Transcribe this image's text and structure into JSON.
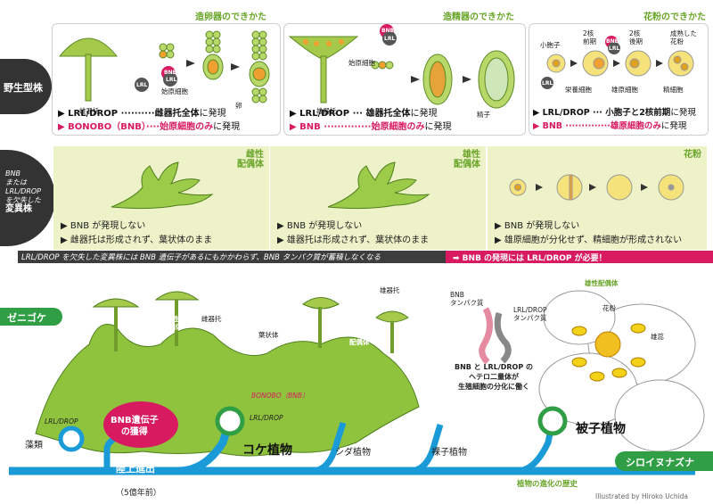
{
  "wild": {
    "label": "野生型株",
    "panels": [
      {
        "title": "造卵器のできかた",
        "labels": {
          "initial_cell": "始原細胞",
          "receptacle": "雌器托",
          "egg": "卵",
          "bnb": "BNB",
          "lrl": "LRL",
          "lrl2": "LRL"
        },
        "line1_a": "▶ LRL/DROP ··········",
        "line1_b": "雌器托全体",
        "line1_c": "に発現",
        "line2_a": "▶ BONOBO（BNB）····",
        "line2_b": "始原細胞のみ",
        "line2_c": "に発現"
      },
      {
        "title": "造精器のできかた",
        "labels": {
          "initial_cell": "始原細胞",
          "receptacle": "雄器托",
          "sperm": "精子",
          "bnb": "BNB",
          "lrl": "LRL"
        },
        "line1_a": "▶ LRL/DROP ··· ",
        "line1_b": "雄器托全体",
        "line1_c": "に発現",
        "line2_a": "▶ BNB ··············",
        "line2_b": "始原細胞のみ",
        "line2_c": "に発現"
      },
      {
        "title": "花粉のできかた",
        "labels": {
          "microspore": "小胞子",
          "binuc_early": "2核\n前期",
          "binuc_late": "2核\n後期",
          "mature": "成熟した\n花粉",
          "vegetative": "栄養細胞",
          "generative": "雄原細胞",
          "sperm_cell": "精細胞",
          "bnb": "BNB",
          "lrl": "LRL",
          "lrl2": "LRL"
        },
        "line1_a": "▶ LRL/DROP ··· ",
        "line1_b": "小胞子と2核前期",
        "line1_c": "に発現",
        "line2_a": "▶ BNB ··············",
        "line2_b": "雄原細胞のみ",
        "line2_c": "に発現"
      }
    ]
  },
  "mutant": {
    "label_lines": [
      "BNB",
      "または",
      "LRL/DROP",
      "を欠失した"
    ],
    "label_main": "変異株",
    "panels": [
      {
        "title": "雌性\n配偶体",
        "b1": "▶ BNB が発現しない",
        "b2": "▶ 雌器托は形成されず、葉状体のまま"
      },
      {
        "title": "雄性\n配偶体",
        "b1": "▶ BNB が発現しない",
        "b2": "▶ 雄器托は形成されず、葉状体のまま"
      },
      {
        "title": "花粉",
        "b1": "▶ BNB が発現しない",
        "b2": "▶ 雄原細胞が分化せず、精細胞が形成されない"
      }
    ]
  },
  "banner": {
    "left": "LRL/DROP を欠失した変異株には BNB 遺伝子があるにもかかわらず、BNB タンパク質が蓄積しなくなる",
    "right": "➡ BNB の発現には LRL/DROP が必要！"
  },
  "evolution": {
    "zenigoke": "ゼニゴケ",
    "female_gameto": "雌性\n配偶体",
    "male_gameto": "雄性\n配偶体",
    "female_receptacle": "雌器托",
    "male_receptacle": "雄器托",
    "thallus": "葉状体",
    "bnb_protein": "BNB\nタンパク質",
    "lrl_protein": "LRL/DROP\nタンパク質",
    "hetero_note": "BNB と LRL/DROP の\nヘテロ二量体が\n生殖細胞の分化に働く",
    "lrl_gene": "LRL/DROP",
    "bnb_gene": "BONOBO（BNB）",
    "lrl_gene2": "LRL/DROP",
    "bnb_gain": "BNB遺伝子\nの獲得",
    "algae": "藻類",
    "land": "陸上進出",
    "land_sub": "（5億年前）",
    "bryo": "コケ植物",
    "fern": "シダ植物",
    "gymno": "裸子植物",
    "angio": "被子植物",
    "history": "植物の進化の歴史",
    "arabidopsis": "シロイヌナズナ",
    "flower_gameto": "雄性配偶体",
    "pollen": "花粉",
    "stamen": "雄蕊",
    "credit": "Illustrated by Hiroko Uchida"
  },
  "colors": {
    "green": "#6aa52a",
    "magenta": "#d81b60",
    "blue": "#1a9ad6",
    "dark": "#2e2e2e",
    "lightgreen": "#eef2c8"
  }
}
